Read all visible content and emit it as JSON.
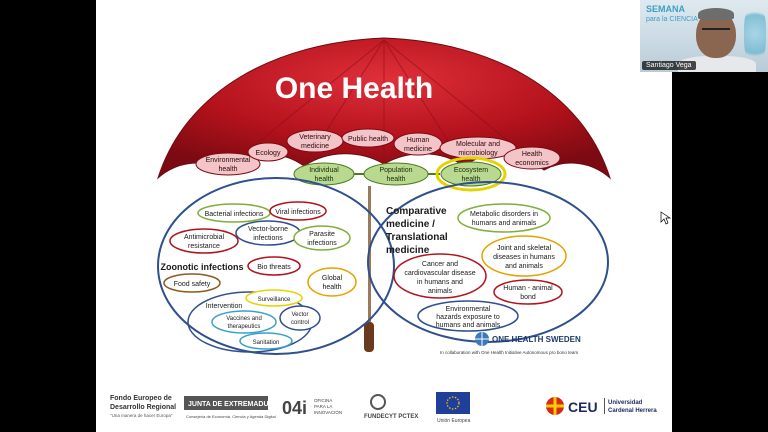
{
  "slide": {
    "title": "One Health",
    "umbrella_items": [
      "Environmental health",
      "Ecology",
      "Veterinary medicine",
      "Public health",
      "Human medicine",
      "Molecular and microbiology",
      "Health economics"
    ],
    "chain": [
      "Individual health",
      "Population health",
      "Ecosystem health"
    ],
    "left_title": "Zoonotic infections",
    "left_items": [
      "Bacterial infections",
      "Viral infections",
      "Antimicrobial resistance",
      "Vector-borne infections",
      "Parasite infections",
      "Bio threats",
      "Global health",
      "Food safety"
    ],
    "intervention": {
      "title": "Intervention",
      "items": [
        "Surveillance",
        "Vaccines and therapeutics",
        "Vector control",
        "Sanitation"
      ]
    },
    "right_title": [
      "Comparative",
      "medicine /",
      "Translational",
      "medicine"
    ],
    "right_items": [
      "Metabolic disorders in humans and animals",
      "Joint and skeletal diseases in humans and animals",
      "Cancer and cardiovascular disease in humans and animals",
      "Human - animal bond",
      "Environmental hazards exposure to humans and animals"
    ],
    "brand": "ONE HEALTH SWEDEN",
    "brand_sub": "In collaboration with One Health Initiative Autonomous pro bono team"
  },
  "footer": {
    "feder_line1": "Fondo Europeo de",
    "feder_line2": "Desarrollo Regional",
    "feder_line3": "\"Una manera de hacer Europa\"",
    "junta": "JUNTA DE EXTREMADURA",
    "junta_sub": "Consejería de Economía, Ciencia y Agenda Digital",
    "oficina_mark": "04i",
    "oficina_text": "OFICINA PARA LA INNOVACIÓN",
    "fundecyt": "FUNDECYT PCTEX",
    "ue": "Unión Europea",
    "ceu": "CEU",
    "ceu_univ1": "Universidad",
    "ceu_univ2": "Cardenal Herrera"
  },
  "webcam": {
    "name": "Santiago Vega",
    "logo": "SEMANA",
    "logo_sub": "para la CIENCIA"
  },
  "colors": {
    "umbrella_red": "#b3121c",
    "pill_pink": "#f3c4c8",
    "pill_green": "#b8d98f",
    "ellipse_blue": "#2f4f8f",
    "highlight_yellow": "#e3d400"
  }
}
